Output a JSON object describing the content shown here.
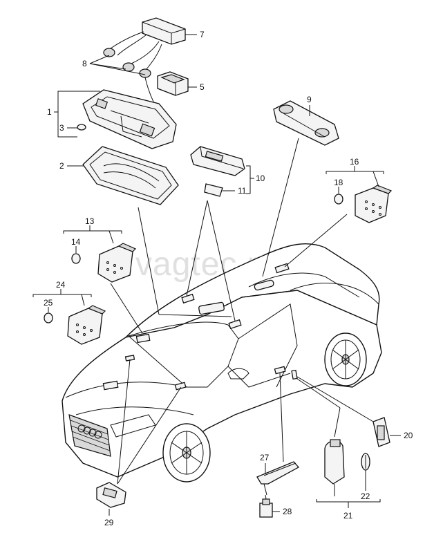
{
  "watermark": "vagtec.ru",
  "callouts": {
    "c1": "1",
    "c2": "2",
    "c3": "3",
    "c5": "5",
    "c7": "7",
    "c8": "8",
    "c9": "9",
    "c10": "10",
    "c11": "11",
    "c13": "13",
    "c14": "14",
    "c16": "16",
    "c18": "18",
    "c20": "20",
    "c21": "21",
    "c22": "22",
    "c24": "24",
    "c25": "25",
    "c27": "27",
    "c28": "28",
    "c29": "29"
  }
}
